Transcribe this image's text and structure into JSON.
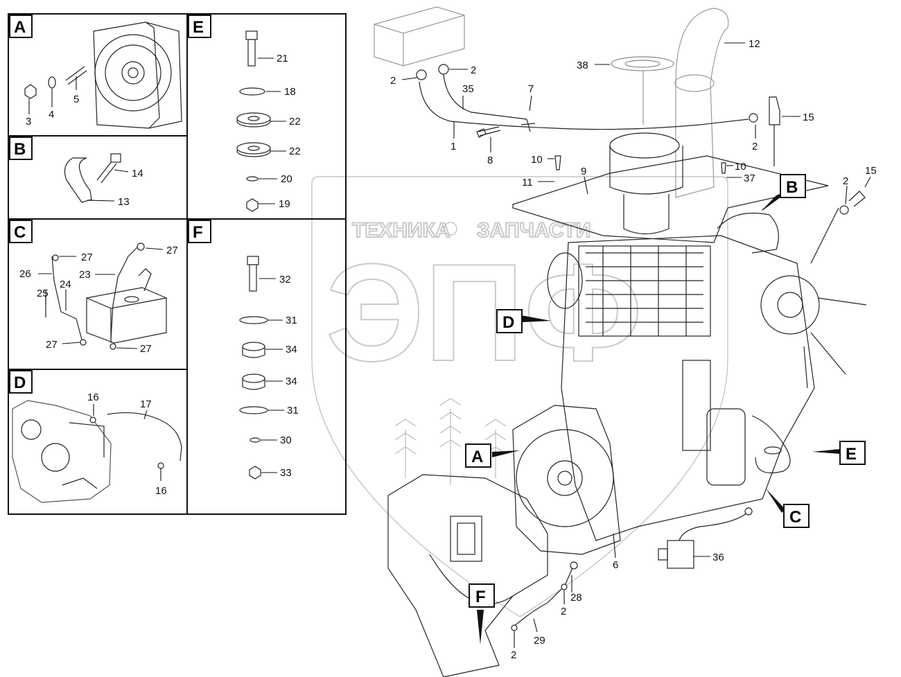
{
  "watermark": {
    "line1": "ТЕХНИКА",
    "line2": "ЗАПЧАСТИ",
    "big": "ЭПФ"
  },
  "detail_boxes": {
    "A": {
      "letter": "A",
      "labels": [
        "3",
        "4",
        "5"
      ]
    },
    "B": {
      "letter": "B",
      "labels": [
        "14",
        "13"
      ]
    },
    "C": {
      "letter": "C",
      "labels": [
        "27",
        "27",
        "26",
        "23",
        "25",
        "24",
        "27",
        "27"
      ]
    },
    "D": {
      "letter": "D",
      "labels": [
        "16",
        "17",
        "16"
      ]
    },
    "E": {
      "letter": "E",
      "labels": [
        "21",
        "18",
        "22",
        "22",
        "20",
        "19"
      ]
    },
    "F": {
      "letter": "F",
      "labels": [
        "32",
        "31",
        "34",
        "34",
        "31",
        "30",
        "33"
      ]
    }
  },
  "main_labels": {
    "l12": "12",
    "l38": "38",
    "l2a": "2",
    "l2b": "2",
    "l35": "35",
    "l7": "7",
    "l15a": "15",
    "l2c": "2",
    "l1": "1",
    "l8": "8",
    "l10a": "10",
    "l11": "11",
    "l9": "9",
    "l10b": "10",
    "l37": "37",
    "l15b": "15",
    "l2d": "2",
    "l6": "6",
    "l36": "36",
    "l28": "28",
    "l2e": "2",
    "l29": "29",
    "l2f": "2"
  },
  "callouts": {
    "A": "A",
    "B": "B",
    "C": "C",
    "D": "D",
    "E": "E",
    "F": "F"
  }
}
